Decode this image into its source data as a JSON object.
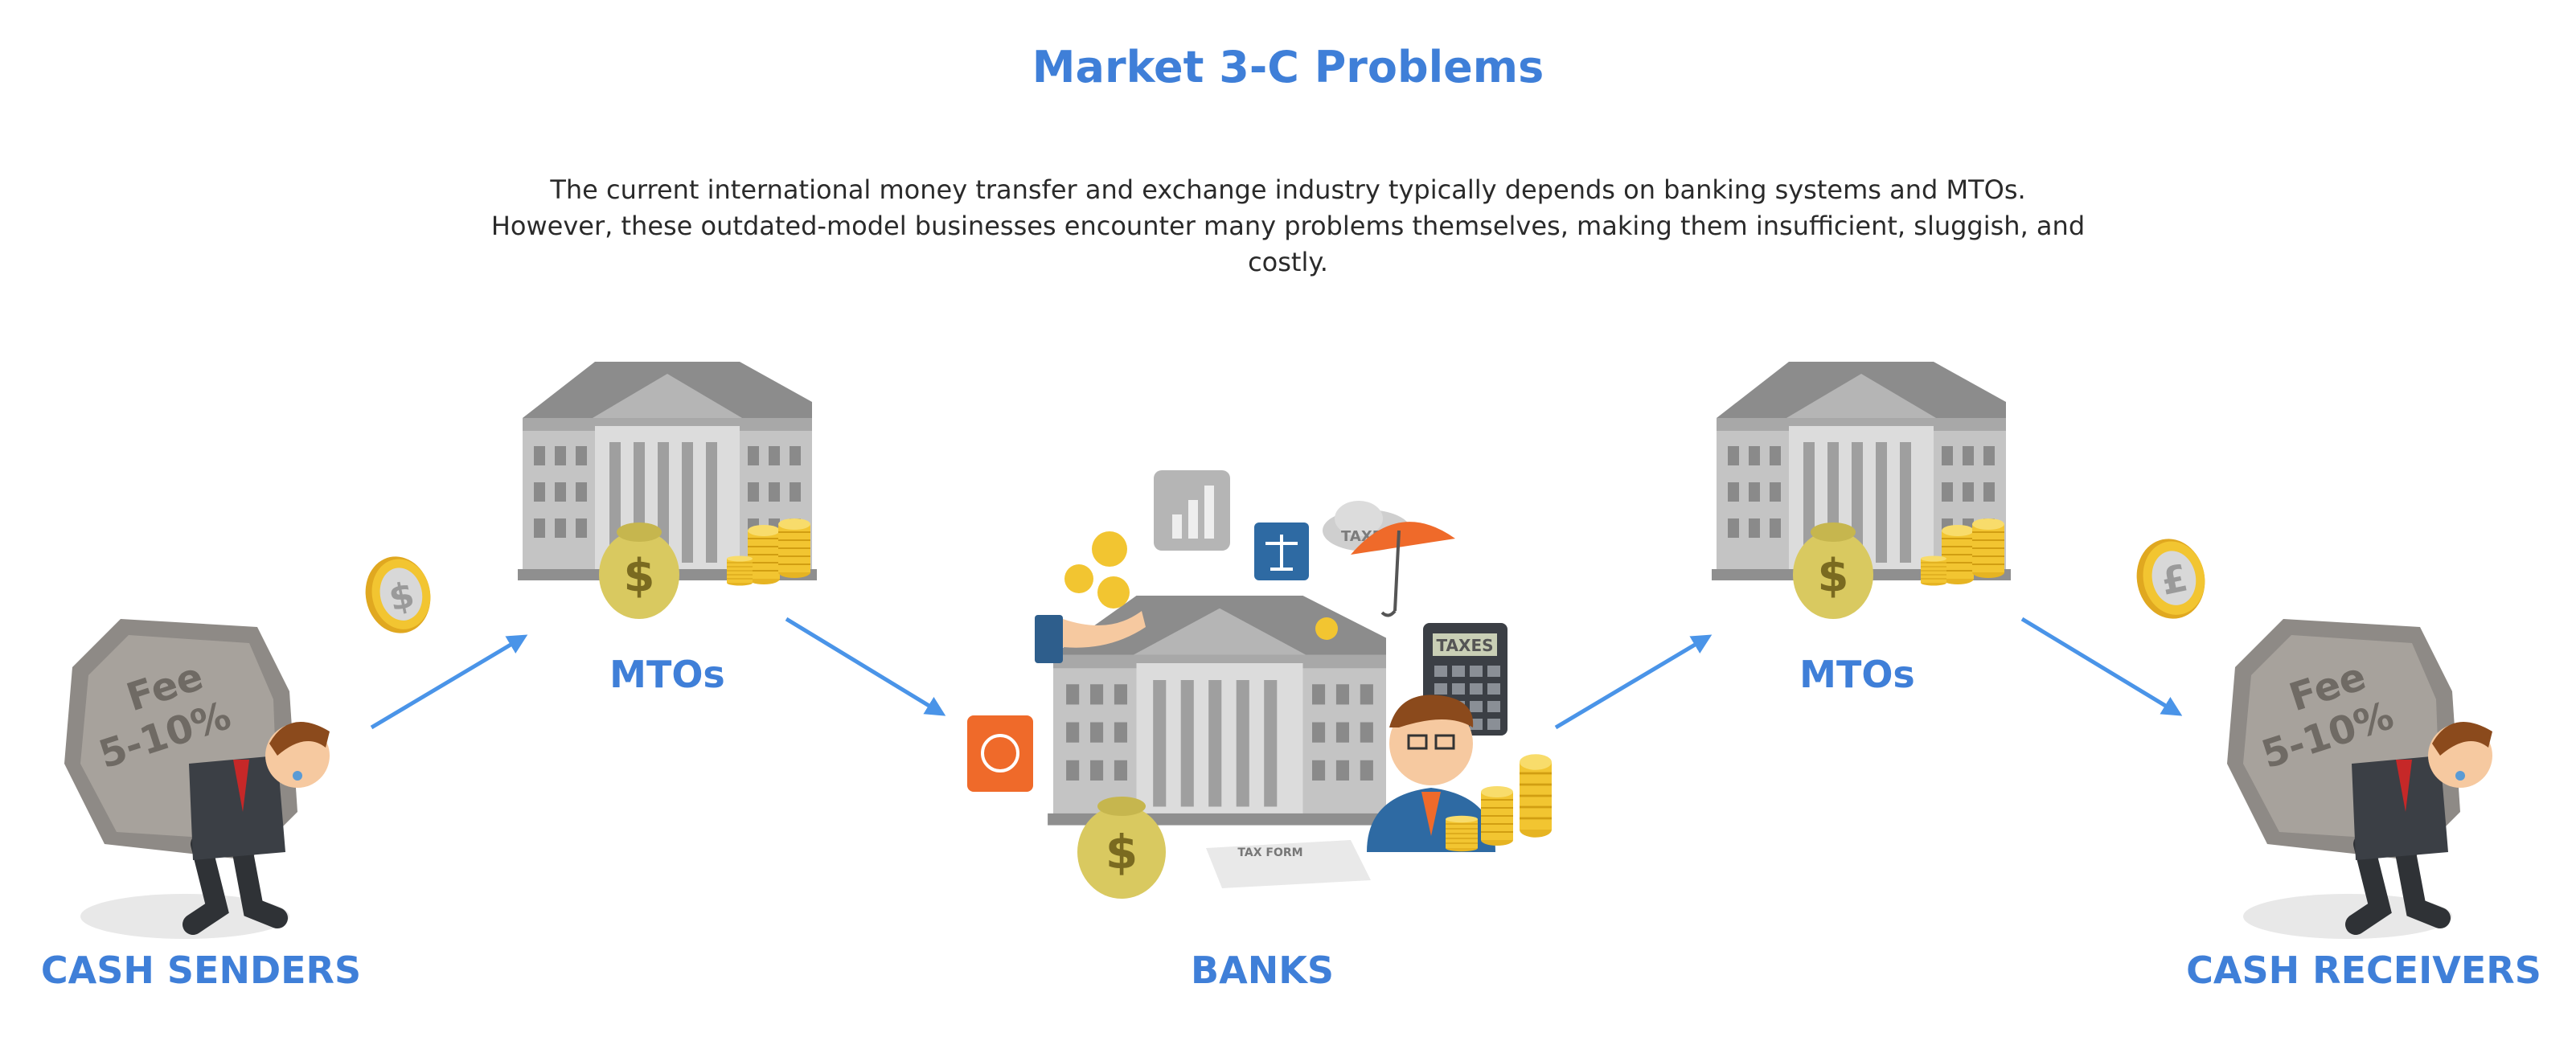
{
  "header": {
    "title": "Market 3-C Problems",
    "description_lines": [
      "The current international money transfer and exchange industry typically depends on banking systems and MTOs.",
      "However, these outdated-model businesses encounter many problems themselves, making them insufficient, sluggish, and",
      "costly."
    ]
  },
  "nodes": {
    "senders": {
      "label": "CASH SENDERS",
      "stone_text_1": "Fee",
      "stone_text_2": "5-10%"
    },
    "mto_left": {
      "label": "MTOs"
    },
    "banks": {
      "label": "BANKS",
      "calc_text": "TAXES",
      "cloud_text": "TAXES",
      "form_text": "TAX FORM"
    },
    "mto_right": {
      "label": "MTOs"
    },
    "receivers": {
      "label": "CASH RECEIVERS",
      "stone_text_1": "Fee",
      "stone_text_2": "5-10%"
    }
  },
  "coins": {
    "left_symbol": "$",
    "right_symbol": "£",
    "bag_symbol": "$"
  },
  "colors": {
    "accent": "#3f7fd8",
    "arrow": "#4a94e8",
    "building": "#9a9a9a",
    "gold": "#f2c531"
  }
}
